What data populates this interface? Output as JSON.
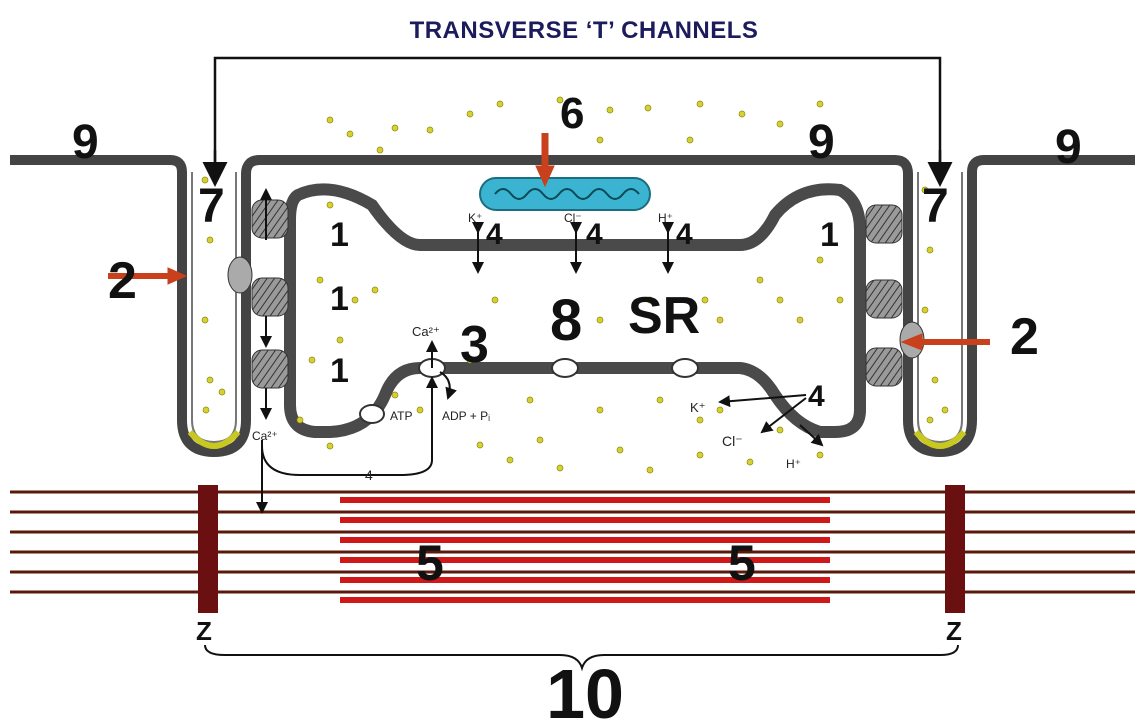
{
  "title": "TRANSVERSE ‘T’ CHANNELS",
  "labels": {
    "one": "1",
    "two": "2",
    "three": "3",
    "four": "4",
    "five": "5",
    "six": "6",
    "seven": "7",
    "eight": "8",
    "nine": "9",
    "ten": "10",
    "sr": "SR",
    "z": "Z"
  },
  "ions": {
    "k": "K⁺",
    "cl": "Cl⁻",
    "h": "H⁺",
    "ca": "Ca²⁺",
    "atp": "ATP",
    "adp": "ADP + Pᵢ"
  },
  "colors": {
    "membrane": "#4a4a4a",
    "membrane_fill": "#8a8a8a",
    "arrow_red": "#c8401c",
    "dot_yellow": "#d8d030",
    "mitochondrion": "#3ab4d0",
    "myofilament_red": "#cc2020",
    "z_line": "#6a1010"
  }
}
